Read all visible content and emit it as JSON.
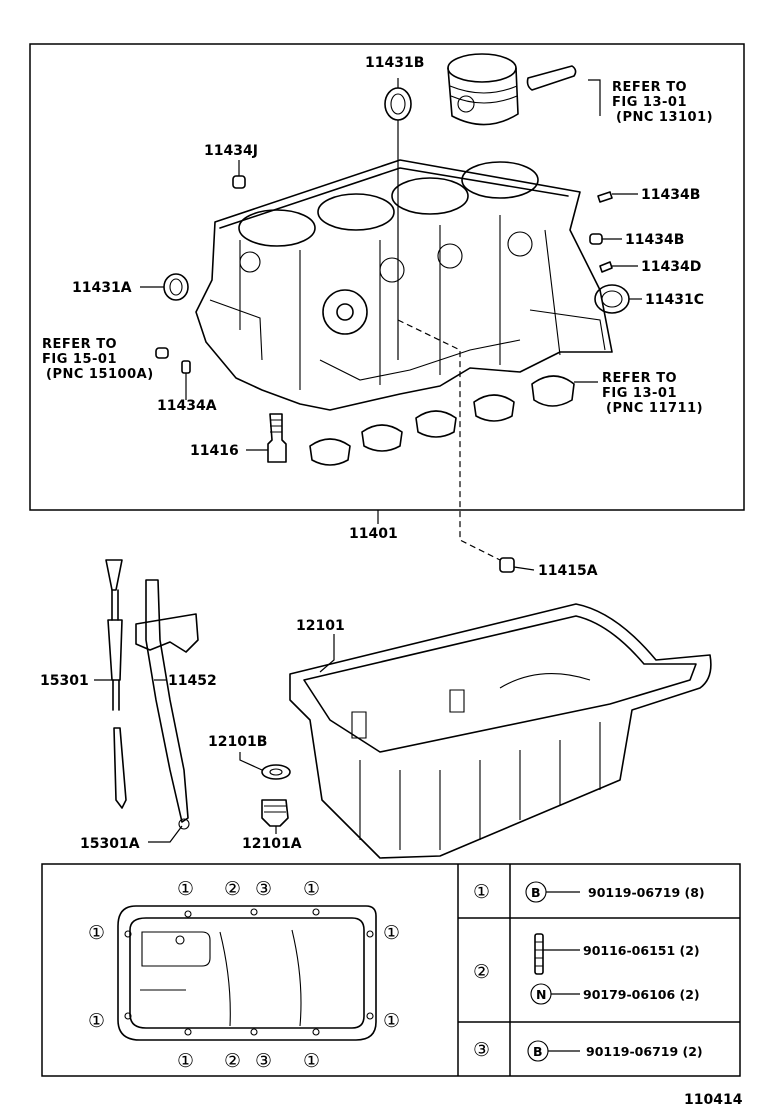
{
  "labels": {
    "p11431B": "11431B",
    "p11434J": "11434J",
    "p11434B_a": "11434B",
    "p11434B_b": "11434B",
    "p11434D": "11434D",
    "p11431C": "11431C",
    "p11431A": "11431A",
    "p11434A": "11434A",
    "p11416": "11416",
    "p11401": "11401",
    "p11415A": "11415A",
    "p12101": "12101",
    "p15301": "15301",
    "p11452": "11452",
    "p12101B": "12101B",
    "p12101A": "12101A",
    "p15301A": "15301A"
  },
  "refs": {
    "piston": [
      "REFER TO",
      "FIG 13-01",
      "(PNC 13101)"
    ],
    "front": [
      "REFER TO",
      "FIG 15-01",
      "(PNC 15100A)"
    ],
    "bearing": [
      "REFER TO",
      "FIG 13-01",
      "(PNC 11711)"
    ]
  },
  "bolt_markers": {
    "one": "①",
    "two": "②",
    "three": "③"
  },
  "legend": {
    "rows": [
      {
        "marker": "①",
        "items": [
          {
            "code": "B",
            "part": "90119-06719 (8)"
          }
        ]
      },
      {
        "marker": "②",
        "items": [
          {
            "code": "",
            "part": "90116-06151 (2)"
          },
          {
            "code": "N",
            "part": "90179-06106 (2)"
          }
        ]
      },
      {
        "marker": "③",
        "items": [
          {
            "code": "B",
            "part": "90119-06719 (2)"
          }
        ]
      }
    ]
  },
  "figure_number": "110414"
}
